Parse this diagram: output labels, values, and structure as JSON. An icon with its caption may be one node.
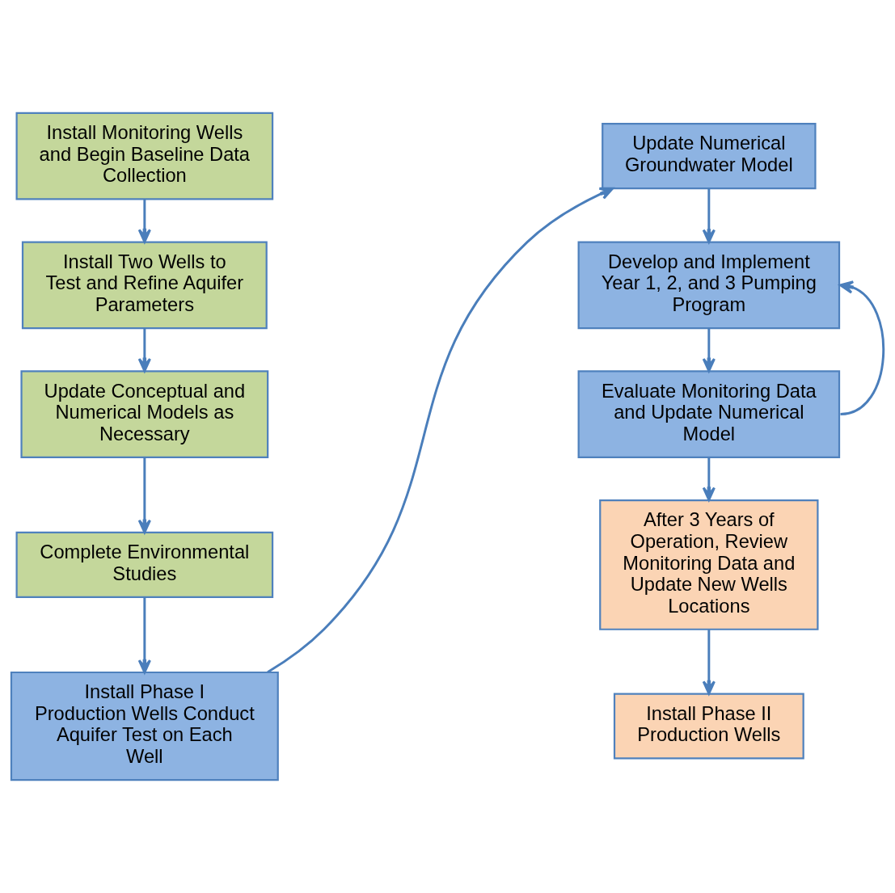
{
  "diagram": {
    "nodes": [
      {
        "text": [
          "Install Monitoring Wells and Begin Baseline Data Collection"
        ]
      },
      {
        "text": [
          "Install Two Wells to Test and Refine Aquifer Parameters"
        ]
      },
      {
        "text": [
          "Update Conceptual and Numerical Models as Necessary"
        ]
      },
      {
        "text": [
          "Complete Environmental Studies"
        ]
      },
      {
        "text": [
          "Install Phase I Production Wells Conduct Aquifer Test on Each Well"
        ]
      },
      {
        "text": [
          "Update Numerical Groundwater Model"
        ]
      },
      {
        "text": [
          "Develop and Implement Year 1, 2, and 3 Pumping Program"
        ]
      },
      {
        "text": [
          "Evaluate Monitoring Data and Update Numerical Model"
        ]
      },
      {
        "text": [
          "After 3 Years of Operation, Review Monitoring Data and Update New Wells Locations"
        ]
      },
      {
        "text": [
          "Install Phase II Production Wells"
        ]
      }
    ],
    "edges": [
      {
        "from": 0,
        "to": 1,
        "arrow": "to"
      },
      {
        "from": 1,
        "to": 2,
        "arrow": "to"
      },
      {
        "from": 2,
        "to": 3,
        "arrow": "to"
      },
      {
        "from": 3,
        "to": 4,
        "arrow": "to"
      },
      {
        "from": 4,
        "to": 5,
        "arrow": "to"
      },
      {
        "from": 5,
        "to": 6,
        "arrow": "to"
      },
      {
        "from": 6,
        "to": 7,
        "arrow": "to"
      },
      {
        "from": 7,
        "to": 6,
        "arrow": "to"
      },
      {
        "from": 7,
        "to": 8,
        "arrow": "to"
      },
      {
        "from": 8,
        "to": 9,
        "arrow": "to"
      }
    ]
  }
}
